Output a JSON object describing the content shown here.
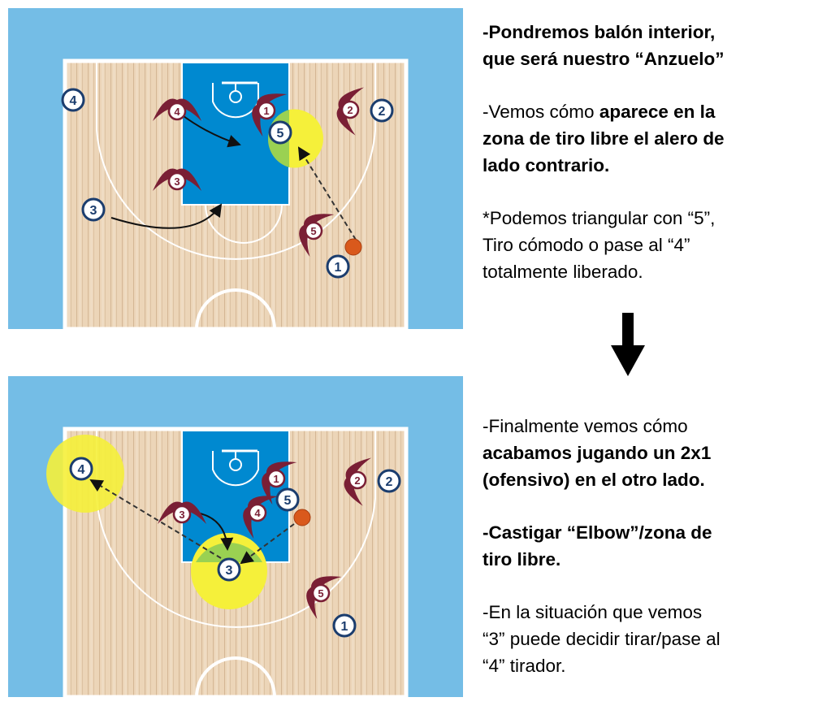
{
  "colors": {
    "background": "#74bde6",
    "paint": "#0089d0",
    "offense_border": "#1b3d6e",
    "defense": "#7a1f35",
    "highlight": "#f5f03a",
    "ball": "#d9591c",
    "wood": "#e8cfb0"
  },
  "diagram1": {
    "offense": {
      "p1": "1",
      "p2": "2",
      "p3": "3",
      "p4": "4",
      "p5": "5"
    },
    "defense": {
      "d1": "1",
      "d2": "2",
      "d3": "3",
      "d4": "4",
      "d5": "5"
    }
  },
  "diagram2": {
    "offense": {
      "p1": "1",
      "p2": "2",
      "p3": "3",
      "p4": "4",
      "p5": "5"
    },
    "defense": {
      "d1": "1",
      "d2": "2",
      "d3": "3",
      "d4": "4",
      "d5": "5"
    }
  },
  "text1": [
    [
      [
        {
          "t": "-Pondremos balón interior,",
          "b": true
        }
      ],
      [
        {
          "t": "que será nuestro “Anzuelo”",
          "b": true
        }
      ]
    ],
    [
      [
        {
          "t": "-Vemos cómo ",
          "b": false
        },
        {
          "t": "aparece en la",
          "b": true
        }
      ],
      [
        {
          "t": "zona de tiro libre el alero de",
          "b": true
        }
      ],
      [
        {
          "t": "lado contrario.",
          "b": true
        }
      ]
    ],
    [
      [
        {
          "t": "*Podemos triangular con “5”,",
          "b": false
        }
      ],
      [
        {
          "t": "Tiro cómodo o pase al “4”",
          "b": false
        }
      ],
      [
        {
          "t": "totalmente liberado.",
          "b": false
        }
      ]
    ]
  ],
  "text2": [
    [
      [
        {
          "t": "-Finalmente vemos cómo",
          "b": false
        }
      ],
      [
        {
          "t": "acabamos jugando un 2x1",
          "b": true
        }
      ],
      [
        {
          "t": "(ofensivo) en el otro lado.",
          "b": true
        }
      ]
    ],
    [
      [
        {
          "t": "-Castigar “Elbow”/zona de",
          "b": true
        }
      ],
      [
        {
          "t": "tiro libre.",
          "b": true
        }
      ]
    ],
    [
      [
        {
          "t": "-En la situación que vemos",
          "b": false
        }
      ],
      [
        {
          "t": "“3” puede decidir tirar/pase al",
          "b": false
        }
      ],
      [
        {
          "t": "“4” tirador.",
          "b": false
        }
      ]
    ]
  ]
}
